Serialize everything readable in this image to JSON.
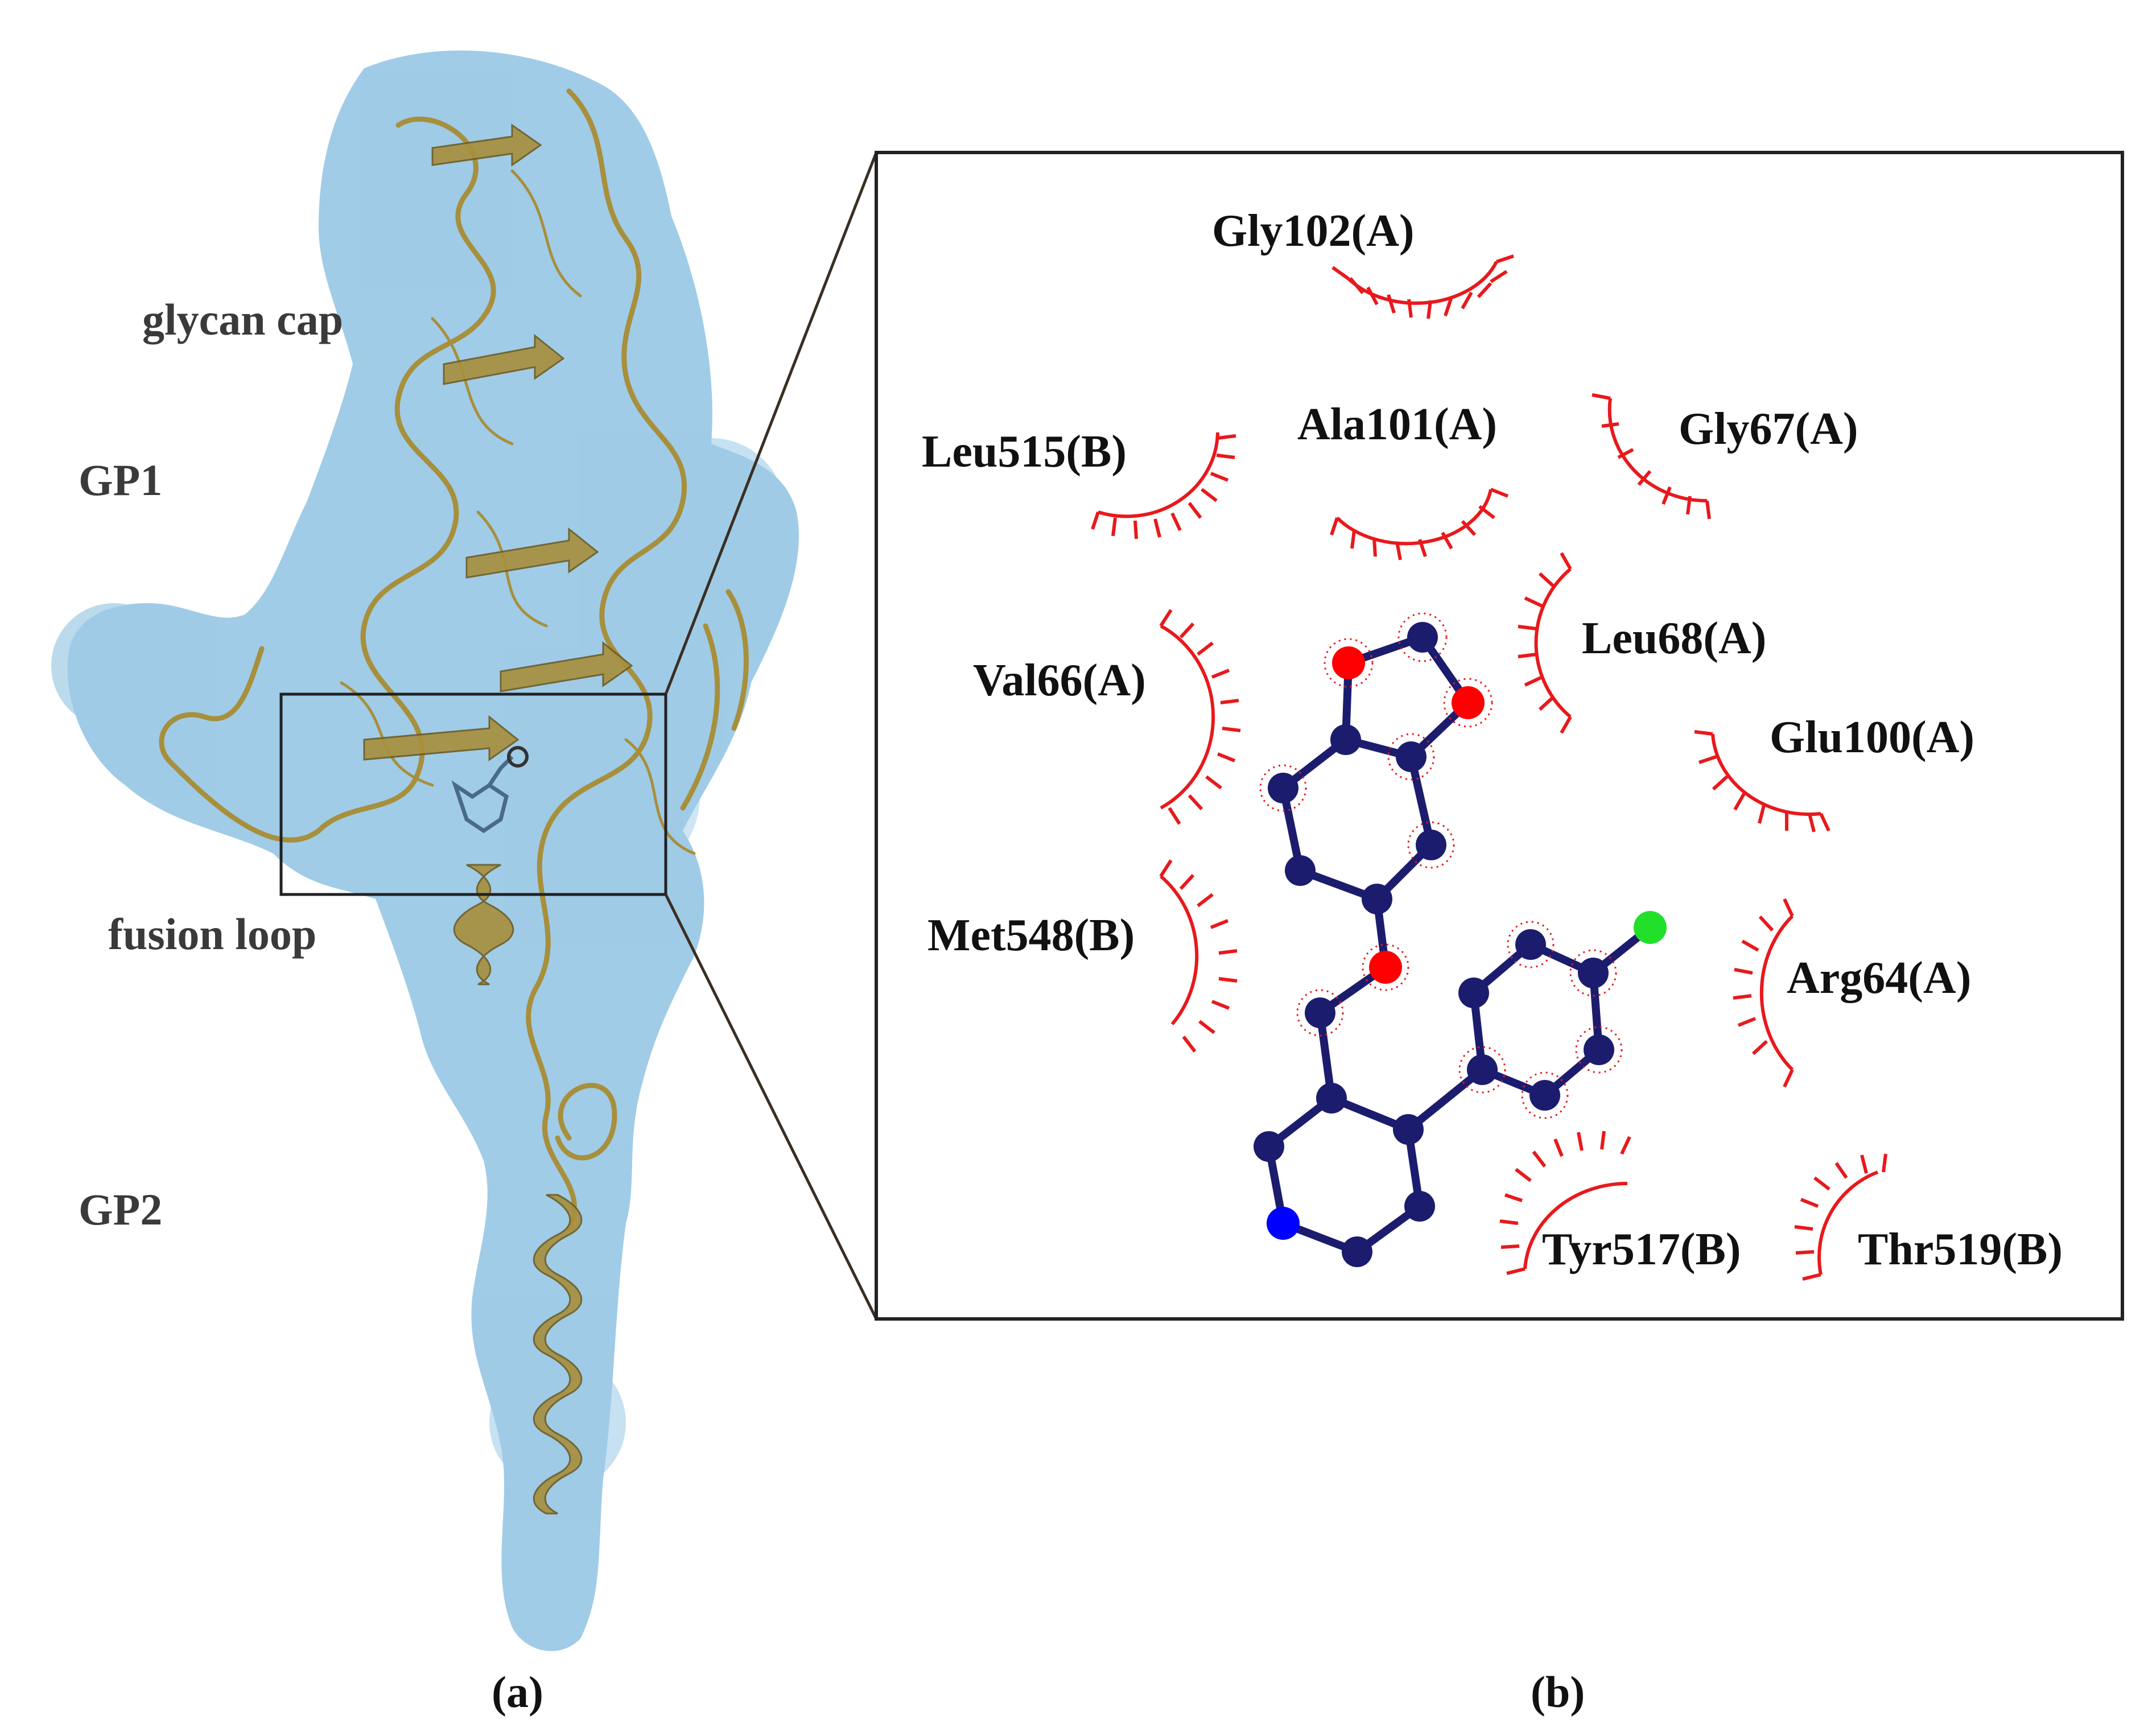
{
  "panel_a": {
    "labels": {
      "glycan_cap": "glycan cap",
      "gp1": "GP1",
      "fusion_loop": "fusion loop",
      "gp2": "GP2"
    },
    "caption": "(a)"
  },
  "panel_b": {
    "caption": "(b)",
    "residues": [
      {
        "key": "gly102",
        "label": "Gly102(A)"
      },
      {
        "key": "leu515",
        "label": "Leu515(B)"
      },
      {
        "key": "ala101",
        "label": "Ala101(A)"
      },
      {
        "key": "gly67",
        "label": "Gly67(A)"
      },
      {
        "key": "val66",
        "label": "Val66(A)"
      },
      {
        "key": "leu68",
        "label": "Leu68(A)"
      },
      {
        "key": "glu100",
        "label": "Glu100(A)"
      },
      {
        "key": "met548",
        "label": "Met548(B)"
      },
      {
        "key": "arg64",
        "label": "Arg64(A)"
      },
      {
        "key": "tyr517",
        "label": "Tyr517(B)"
      },
      {
        "key": "thr519",
        "label": "Thr519(B)"
      }
    ]
  },
  "colors": {
    "surface": "#8fc3e3",
    "ribbon": "#a88f3c",
    "hydrophobic_arc": "#e8191c",
    "carbon_atom": "#1c1c6e",
    "oxygen_atom": "#ff0000",
    "nitrogen_atom": "#0000ff",
    "chlorine_atom": "#22e02a",
    "frame": "#222222"
  }
}
